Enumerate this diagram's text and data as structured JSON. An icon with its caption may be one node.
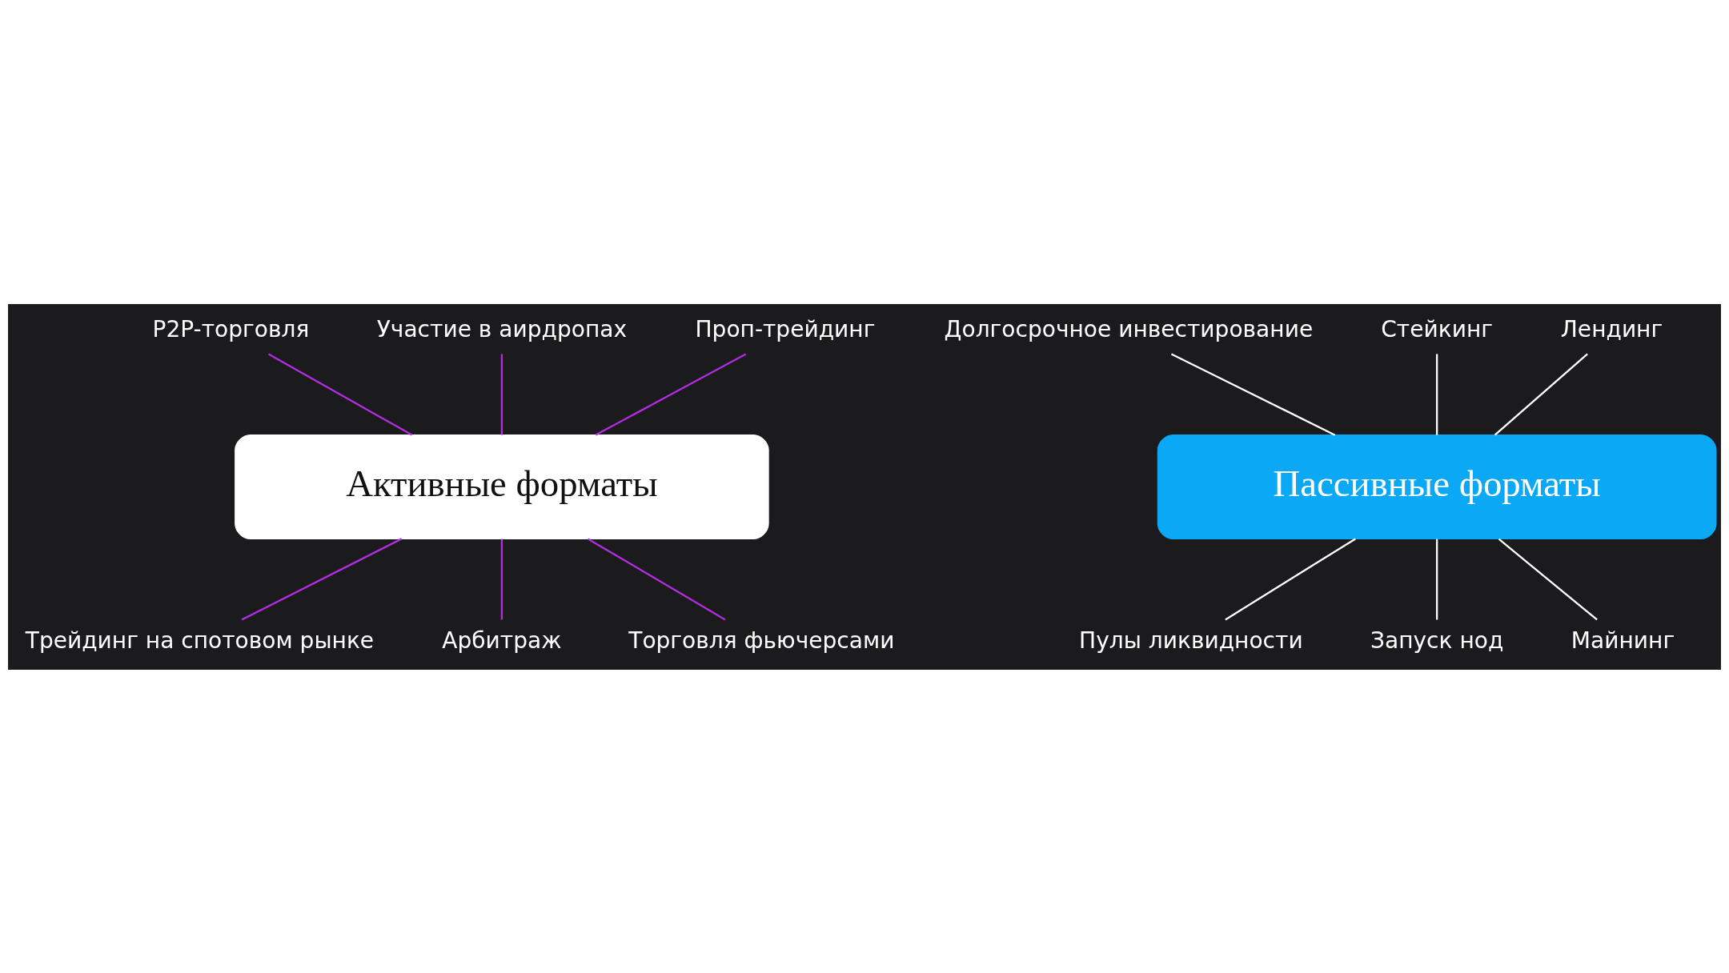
{
  "diagram": {
    "nodes": [
      {
        "text": [
          "P2P-торговля"
        ]
      },
      {
        "text": [
          "Участие в аирдропах"
        ]
      },
      {
        "text": [
          "Проп-трейдинг"
        ]
      },
      {
        "text": [
          "Долгосрочное инвестирование"
        ]
      },
      {
        "text": [
          "Стейкинг"
        ]
      },
      {
        "text": [
          "Лендинг"
        ]
      },
      {
        "text": [
          "Активные форматы"
        ]
      },
      {
        "text": [
          "Пассивные форматы"
        ]
      },
      {
        "text": [
          "Трейдинг на спотовом рынке"
        ]
      },
      {
        "text": [
          "Арбитраж"
        ]
      },
      {
        "text": [
          "Торговля фьючерсами"
        ]
      },
      {
        "text": [
          "Пулы ликвидности"
        ]
      },
      {
        "text": [
          "Запуск нод"
        ]
      },
      {
        "text": [
          "Майнинг"
        ]
      }
    ],
    "edges": [
      {
        "from": 0,
        "to": 6,
        "arrow": "none",
        "color": "#b02de0"
      },
      {
        "from": 1,
        "to": 6,
        "arrow": "none",
        "color": "#b02de0"
      },
      {
        "from": 2,
        "to": 6,
        "arrow": "none",
        "color": "#b02de0"
      },
      {
        "from": 3,
        "to": 7,
        "arrow": "none",
        "color": "#ffffff"
      },
      {
        "from": 4,
        "to": 7,
        "arrow": "none",
        "color": "#ffffff"
      },
      {
        "from": 5,
        "to": 7,
        "arrow": "none",
        "color": "#ffffff"
      },
      {
        "from": 6,
        "to": 8,
        "arrow": "none",
        "color": "#b02de0"
      },
      {
        "from": 6,
        "to": 9,
        "arrow": "none",
        "color": "#b02de0"
      },
      {
        "from": 6,
        "to": 10,
        "arrow": "none",
        "color": "#b02de0"
      },
      {
        "from": 7,
        "to": 11,
        "arrow": "none",
        "color": "#ffffff"
      },
      {
        "from": 7,
        "to": 12,
        "arrow": "none",
        "color": "#ffffff"
      },
      {
        "from": 7,
        "to": 13,
        "arrow": "none",
        "color": "#ffffff"
      }
    ]
  }
}
